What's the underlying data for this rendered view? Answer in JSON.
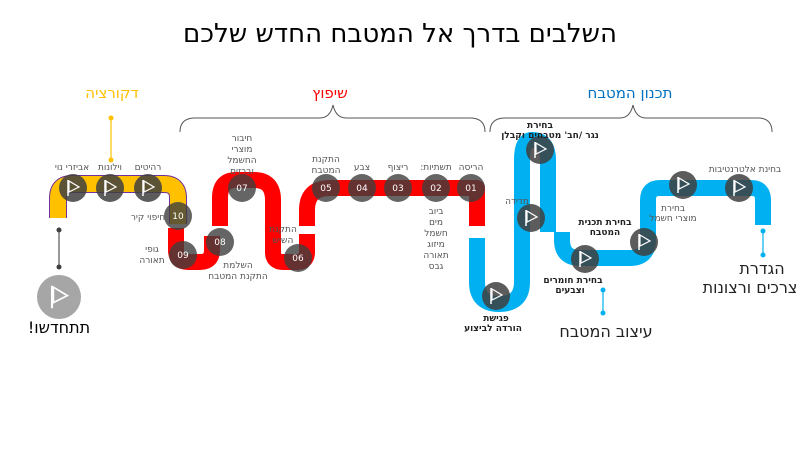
{
  "title": "השלבים בדרך אל המטבח החדש שלכם",
  "phases": {
    "planning": {
      "label": "תכנון המטבח",
      "color": "#0070C0"
    },
    "renovation": {
      "label": "שיפוץ",
      "color": "#FF0000"
    },
    "decoration": {
      "label": "דקורציה",
      "color": "#FFC000"
    }
  },
  "milestones": {
    "needs": [
      "הגדרת",
      "צרכים ורצונות"
    ],
    "design": "עיצוב המטבח",
    "enjoy": "תתחדשו!"
  },
  "planning_steps": {
    "alternatives": "בחינת אלטרנטיבות",
    "appliances": [
      "בחירת",
      "מוצרי חשמל"
    ],
    "layout": [
      "בחירת תכנית",
      "המטבח"
    ],
    "materials": [
      "בחירת חומרים",
      "וצבעים"
    ],
    "contractor": [
      "בחירת",
      "נגר /חב' מטבחים וקבלן"
    ],
    "measure": "מדידה",
    "meeting": [
      "פגישת",
      "הורדה לביצוע"
    ]
  },
  "renovation_steps": [
    {
      "num": "01",
      "label": [
        "הריסה"
      ]
    },
    {
      "num": "02",
      "label": [
        "תשתיות:"
      ],
      "sub": [
        "ביוב",
        "מים",
        "חשמל",
        "מיזוג",
        "תאורה",
        "גבס"
      ]
    },
    {
      "num": "03",
      "label": [
        "ריצוף"
      ]
    },
    {
      "num": "04",
      "label": [
        "צבע"
      ]
    },
    {
      "num": "05",
      "label": [
        "התקנת",
        "המטבח"
      ]
    },
    {
      "num": "06",
      "label": [
        "התקנת",
        "השיש"
      ]
    },
    {
      "num": "07",
      "label": [
        "חיבור",
        "מוצרי",
        "החשמל",
        "וברזים"
      ]
    },
    {
      "num": "08",
      "label": [
        "השלמת",
        "התקנת המטבח"
      ]
    },
    {
      "num": "09",
      "label": [
        "גופי",
        "תאורה"
      ]
    },
    {
      "num": "10",
      "label": [
        "חיפוי קיר"
      ]
    }
  ],
  "decoration_steps": {
    "curtains": "רהיטים",
    "blinds": "וילונות",
    "accessories": "אביזרי נוי"
  },
  "colors": {
    "blue": "#00B0F0",
    "red": "#FF0000",
    "yellow": "#FFC000",
    "marker": "#3F3F3F"
  }
}
